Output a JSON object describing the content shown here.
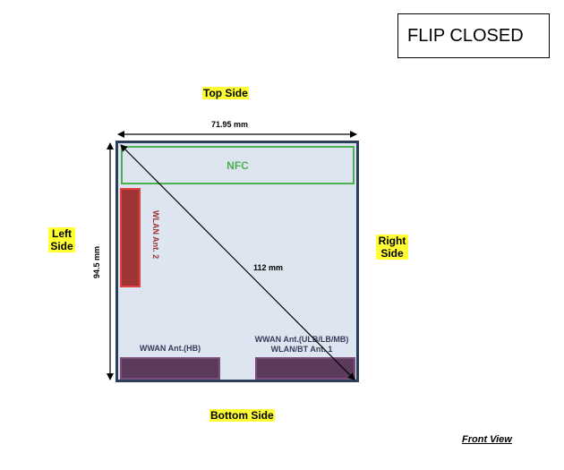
{
  "flip_state": "FLIP CLOSED",
  "sides": {
    "top": "Top Side",
    "bottom": "Bottom Side",
    "left_line1": "Left",
    "left_line2": "Side",
    "right_line1": "Right",
    "right_line2": "Side"
  },
  "dimensions": {
    "width": "71.95 mm",
    "height": "94.5 mm",
    "diagonal": "112 mm"
  },
  "antennas": {
    "nfc": "NFC",
    "wlan2": "WLAN Ant. 2",
    "wwan_hb": "WWAN Ant.(HB)",
    "wwan_main_line1": "WWAN Ant.(ULB/LB/MB)",
    "wwan_main_line2": "WLAN/BT Ant. 1"
  },
  "view_label": "Front View"
}
